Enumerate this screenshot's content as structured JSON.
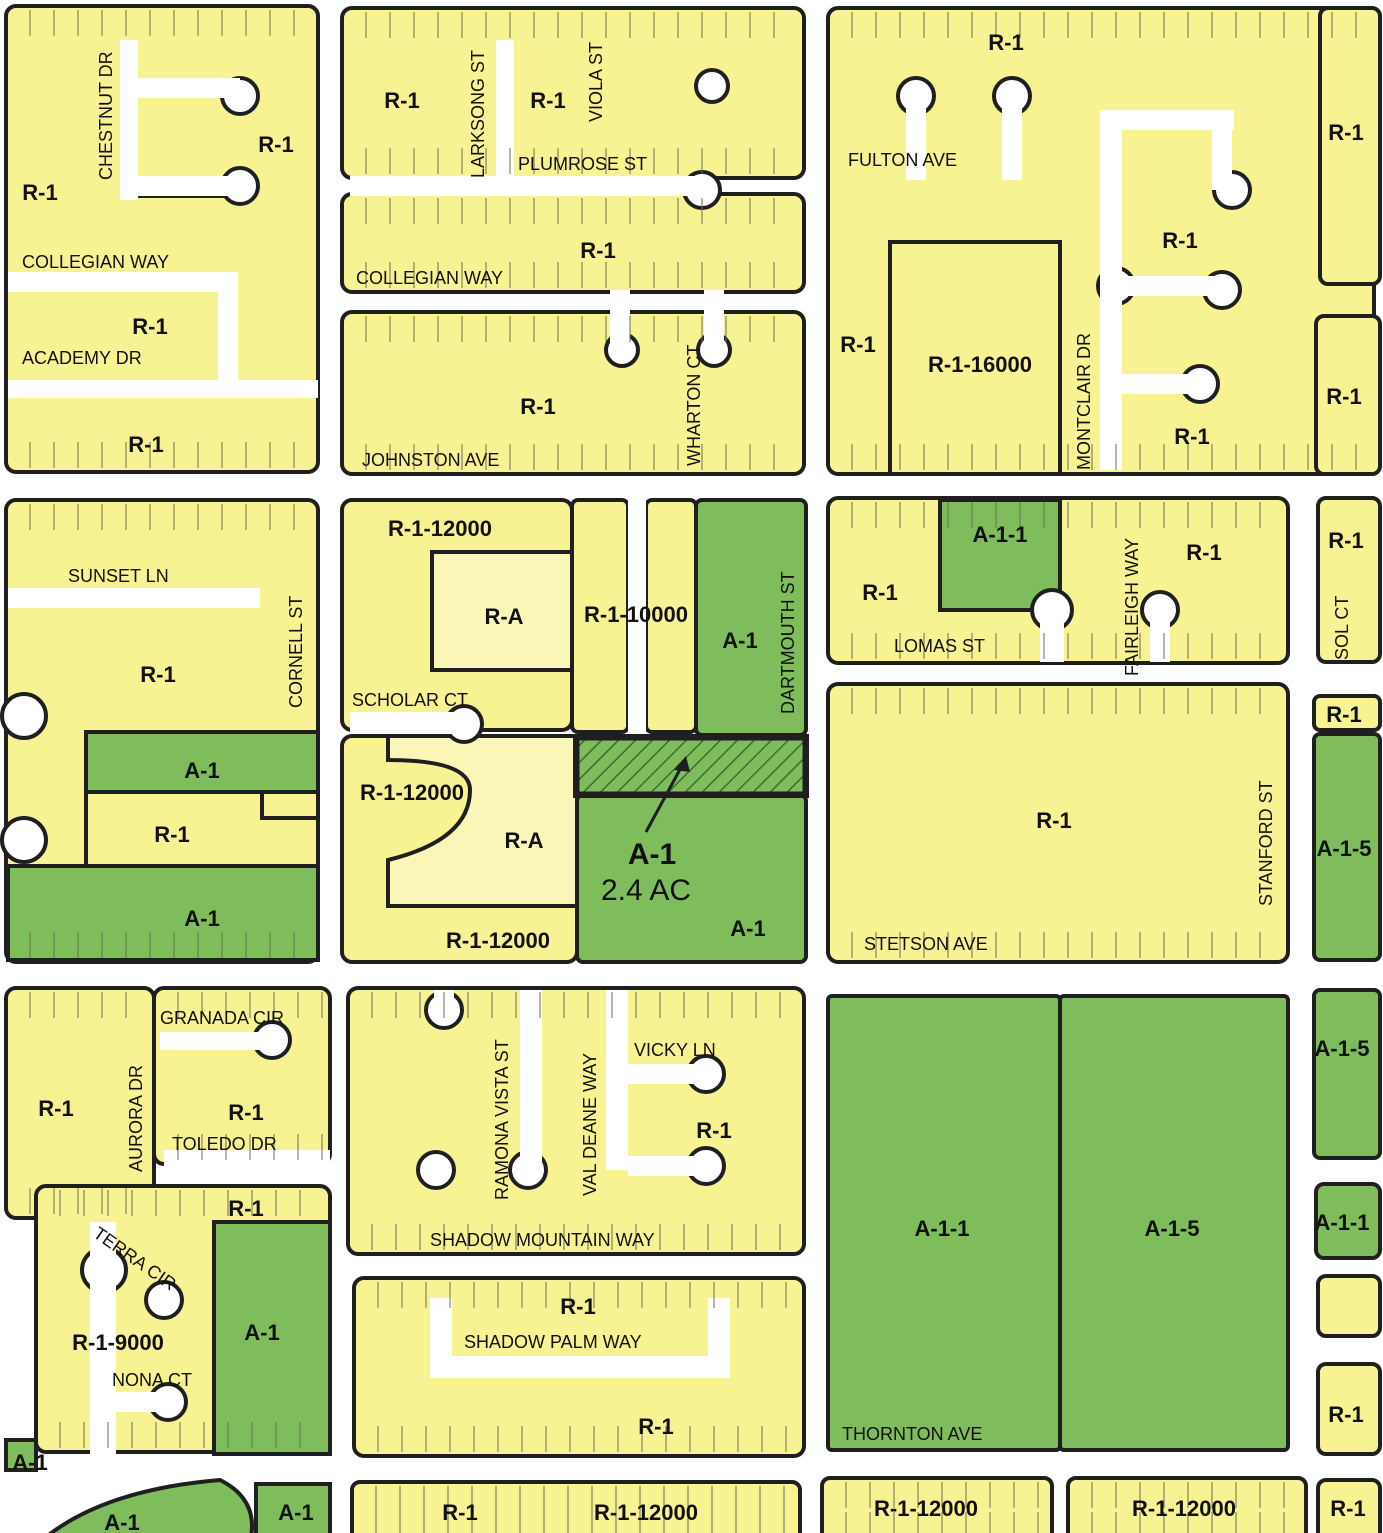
{
  "colors": {
    "residential": "#f8f392",
    "residential_light": "#faf6b8",
    "agricultural": "#7fbd5c",
    "road": "#ffffff",
    "block_outline": "#1f1f1f"
  },
  "subject": {
    "zone": "A-1",
    "area": "2.4 AC"
  },
  "zones": [
    "R-1",
    "R-1",
    "R-1",
    "R-1",
    "R-1",
    "R-1",
    "R-1",
    "R-1",
    "R-1",
    "R-1",
    "R-1",
    "R-1-16000",
    "R-1",
    "R-1",
    "R-1",
    "R-1-12000",
    "R-A",
    "R-1-10000",
    "A-1",
    "A-1-1",
    "R-1",
    "R-1",
    "R-1",
    "R-1",
    "R-1",
    "A-1",
    "R-1",
    "A-1",
    "R-1-12000",
    "R-A",
    "A-1",
    "R-1-12000",
    "R-1",
    "A-1-5",
    "R-1",
    "R-1",
    "R-1",
    "A-1-5",
    "A-1-1",
    "A-1-5",
    "A-1-1",
    "R-1",
    "R-1",
    "R-1-9000",
    "A-1",
    "R-1",
    "A-1",
    "A-1",
    "A-1",
    "R-1",
    "R-1-12000",
    "R-1-12000",
    "R-1-12000",
    "R-1",
    "R-1"
  ],
  "streets": [
    "CHESTNUT DR",
    "LARKSONG ST",
    "VIOLA ST",
    "PLUMROSE ST",
    "FULTON AVE",
    "COLLEGIAN WAY",
    "COLLEGIAN WAY",
    "ACADEMY DR",
    "JOHNSTON AVE",
    "WHARTON CT",
    "MONTCLAIR DR",
    "SUNSET LN",
    "CORNELL ST",
    "SCHOLAR CT",
    "DARTMOUTH ST",
    "FAIRLEIGH WAY",
    "LOMAS ST",
    "SOL CT",
    "STANFORD ST",
    "STETSON AVE",
    "GRANADA CIR",
    "AURORA DR",
    "TOLEDO DR",
    "RAMONA VISTA ST",
    "VAL DEANE WAY",
    "VICKY LN",
    "SHADOW MOUNTAIN WAY",
    "TERRA CIR",
    "NONA CT",
    "SHADOW PALM WAY",
    "THORNTON AVE"
  ]
}
